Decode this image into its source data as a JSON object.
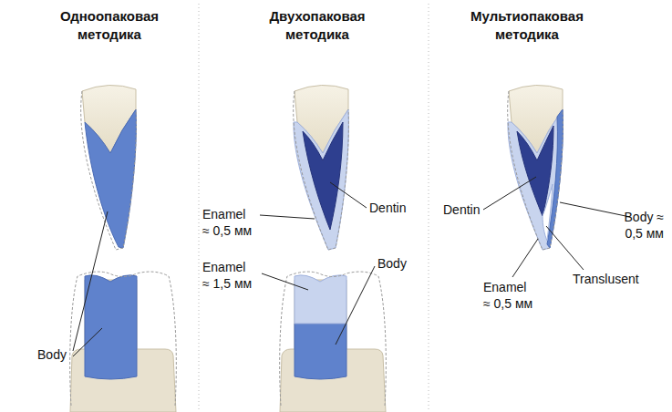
{
  "diagram": {
    "labels": [
      "Одноопаковая методика",
      "Двухопаковая методика",
      "Мультиопаковая методика",
      "Body",
      "Enamel ≈ 0,5 мм",
      "Dentin",
      "Enamel ≈ 1,5 мм",
      "Body",
      "Dentin",
      "Body ≈ 0,5 мм",
      "Enamel ≈ 0,5 мм",
      "Translusent"
    ]
  }
}
